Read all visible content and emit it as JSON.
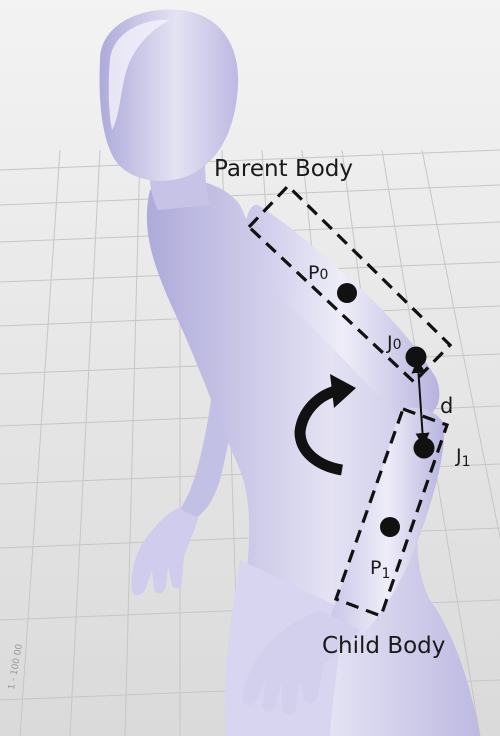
{
  "labels": {
    "parent_body": "Parent Body",
    "child_body": "Child Body",
    "p0": {
      "main": "P",
      "sub": "0"
    },
    "j0": {
      "main": "J",
      "sub": "0"
    },
    "j1": {
      "main": "J",
      "sub": "1"
    },
    "p1": {
      "main": "P",
      "sub": "1"
    },
    "distance": "d"
  },
  "colors": {
    "figure": "#d9d6ee",
    "figure_shadow": "#b2aedb",
    "floor": "#e7e7e7",
    "grid": "#c8c8c8",
    "annotation": "#111111"
  }
}
